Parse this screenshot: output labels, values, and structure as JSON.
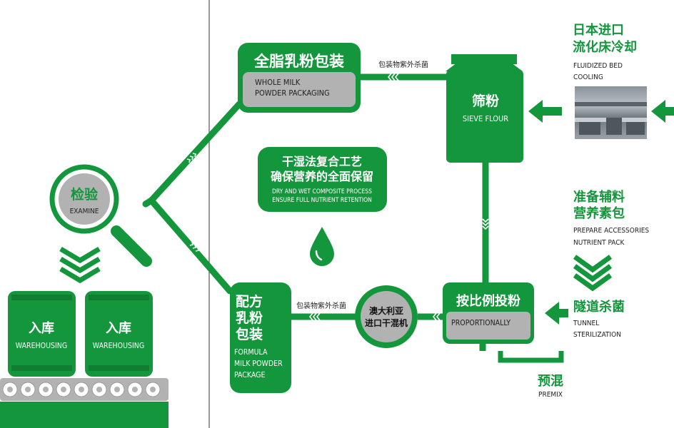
{
  "colors": {
    "green": "#13963c",
    "grey": "#b2b2b2",
    "dark": "#222222",
    "divider": "#333333"
  },
  "nodes": {
    "whole_milk": {
      "cn": "全脂乳粉包装",
      "en1": "WHOLE MILK",
      "en2": "POWDER PACKAGING"
    },
    "sieve": {
      "cn": "筛粉",
      "en": "SIEVE FLOUR"
    },
    "examine": {
      "cn": "检验",
      "en": "EXAMINE"
    },
    "process": {
      "cn1": "干湿法复合工艺",
      "cn2": "确保营养的全面保留",
      "en1": "DRY AND WET COMPOSITE PROCESS",
      "en2": "ENSURE FULL NUTRIENT RETENTION"
    },
    "formula": {
      "cn1": "配方",
      "cn2": "乳粉",
      "cn3": "包装",
      "en1": "FORMULA",
      "en2": "MILK POWDER",
      "en3": "PACKAGE"
    },
    "aus_dryer": {
      "cn1": "澳大利亚",
      "cn2": "进口干混机"
    },
    "proportion": {
      "cn": "按比例投粉",
      "en": "PROPORTIONALLY"
    },
    "warehouse_1": {
      "cn": "入库",
      "en": "WAREHOUSING"
    },
    "warehouse_2": {
      "cn": "入库",
      "en": "WAREHOUSING"
    }
  },
  "edge_labels": {
    "top": "包装物紫外杀菌",
    "bottom": "包装物紫外杀菌"
  },
  "side": {
    "fluidized": {
      "cn1": "日本进口",
      "cn2": "流化床冷却",
      "en1": "FLUIDIZED BED",
      "en2": "COOLING"
    },
    "prepare": {
      "cn1": "准备辅料",
      "cn2": "营养素包",
      "en1": "PREPARE ACCESSORIES",
      "en2": "NUTRIENT PACK"
    },
    "tunnel": {
      "cn": "隧道杀菌",
      "en1": "TUNNEL",
      "en2": "STERILIZATION"
    },
    "premix": {
      "cn": "预混",
      "en": "PREMIX"
    }
  }
}
